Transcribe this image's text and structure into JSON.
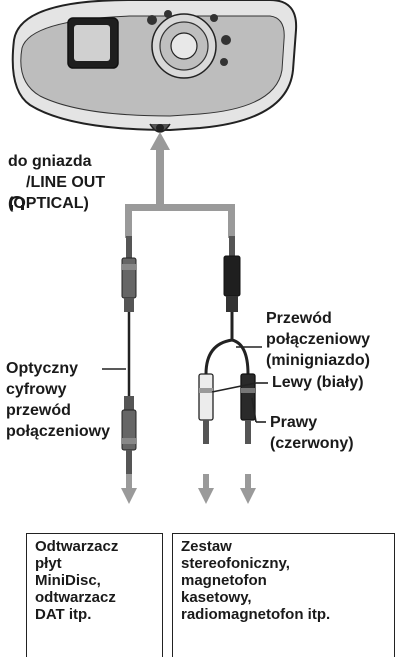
{
  "labels": {
    "jack_line1": "do gniazda",
    "jack_line2": "/LINE OUT",
    "jack_line3": "(OPTICAL)",
    "cable_line1": "Przewód",
    "cable_line2": "połączeniowy",
    "cable_line3": "(minigniazdo)",
    "optical_line1": "Optyczny",
    "optical_line2": "cyfrowy",
    "optical_line3": "przewód",
    "optical_line4": "połączeniowy",
    "left": "Lewy (biały)",
    "right_line1": "Prawy",
    "right_line2": "(czerwony)"
  },
  "boxes": {
    "left": [
      "Odtwarzacz",
      "płyt",
      "MiniDisc,",
      "odtwarzacz",
      "DAT itp."
    ],
    "right": [
      "Zestaw",
      "stereofoniczny,",
      "magnetofon",
      "kasetowy,",
      "radiomagnetofon itp."
    ]
  },
  "colors": {
    "connector_gray": "#9a9a9a",
    "ink": "#1a1a1a"
  },
  "icons": {
    "headphone": "headphone-icon"
  }
}
